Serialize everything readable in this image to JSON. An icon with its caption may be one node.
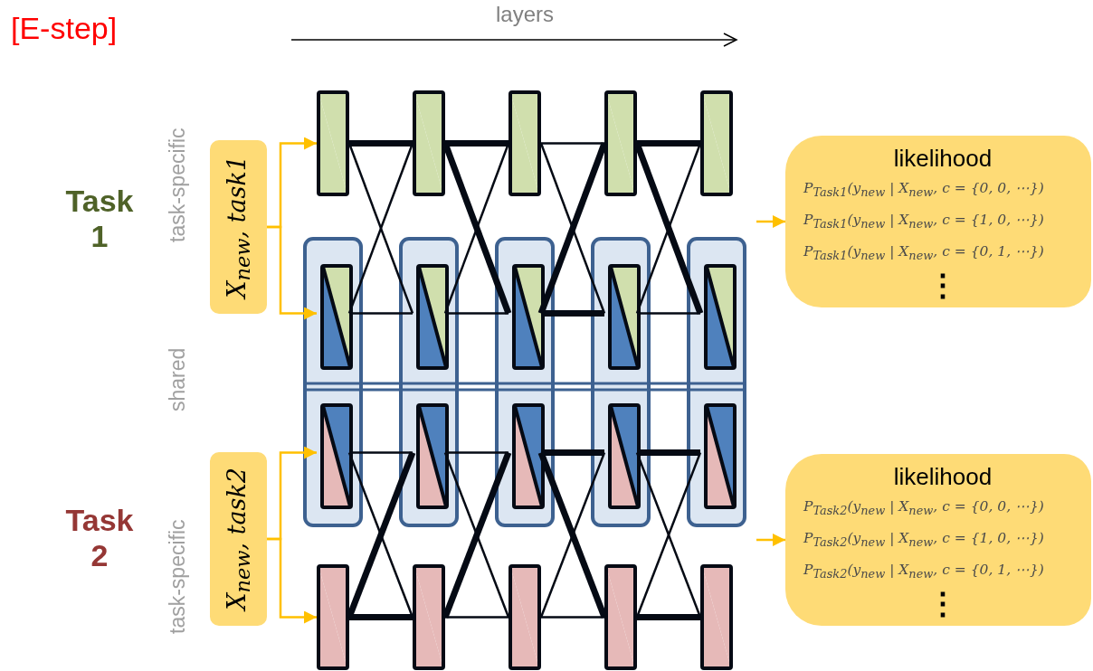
{
  "diagram": {
    "nodes": [
      {
        "text": [
          "X$_{new}$, task1"
        ]
      },
      {
        "text": [
          "X$_{new}$, task2"
        ]
      },
      {
        "text": [],
        "shape": "box"
      },
      {
        "text": [],
        "shape": "box"
      },
      {
        "text": [],
        "shape": "box"
      },
      {
        "text": [],
        "shape": "box"
      },
      {
        "text": [],
        "shape": "box"
      },
      {
        "text": [],
        "shape": "box"
      },
      {
        "text": [],
        "shape": "box"
      },
      {
        "text": [],
        "shape": "box"
      },
      {
        "text": [],
        "shape": "box"
      },
      {
        "text": [],
        "shape": "box"
      },
      {
        "text": [],
        "shape": "box",
        "in": 7
      },
      {
        "text": [],
        "shape": "box",
        "in": 8
      },
      {
        "text": [],
        "shape": "box",
        "in": 9
      },
      {
        "text": [],
        "shape": "box",
        "in": 10
      },
      {
        "text": [],
        "shape": "box",
        "in": 11
      },
      {
        "text": [],
        "shape": "box",
        "in": 7
      },
      {
        "text": [],
        "shape": "box",
        "in": 8
      },
      {
        "text": [],
        "shape": "box",
        "in": 9
      },
      {
        "text": [],
        "shape": "box",
        "in": 10
      },
      {
        "text": [],
        "shape": "box",
        "in": 11
      },
      {
        "text": [],
        "shape": "box"
      },
      {
        "text": [],
        "shape": "box"
      },
      {
        "text": [],
        "shape": "box"
      },
      {
        "text": [],
        "shape": "box"
      },
      {
        "text": [],
        "shape": "box"
      },
      {
        "text": [
          "likelihood",
          "P$_{Task1}$(y$_{new}$ | X$_{new}$, c = {0, 0, ⋯})",
          "P$_{Task1}$(y$_{new}$ | X$_{new}$, c = {1, 0, ⋯})",
          "P$_{Task1}$(y$_{new}$ | X$_{new}$, c = {0, 1, ⋯})",
          "⋮"
        ]
      },
      {
        "text": [
          "likelihood",
          "P$_{Task2}$(y$_{new}$ | X$_{new}$, c = {0, 0, ⋯})",
          "P$_{Task2}$(y$_{new}$ | X$_{new}$, c = {1, 0, ⋯})",
          "P$_{Task2}$(y$_{new}$ | X$_{new}$, c = {0, 1, ⋯})",
          "⋮"
        ]
      }
    ],
    "edges": [
      {
        "from": 0,
        "to": 2,
        "arrow": "to",
        "color": "#ffc000"
      },
      {
        "from": 0,
        "to": 12,
        "arrow": "to",
        "color": "#ffc000"
      },
      {
        "from": 1,
        "to": 17,
        "arrow": "to",
        "color": "#ffc000"
      },
      {
        "from": 1,
        "to": 22,
        "arrow": "to",
        "color": "#ffc000"
      },
      {
        "from": 2,
        "to": 3,
        "arrow": "none",
        "style": "thick"
      },
      {
        "from": 12,
        "to": 13,
        "arrow": "none"
      },
      {
        "from": 2,
        "to": 13,
        "arrow": "none"
      },
      {
        "from": 12,
        "to": 3,
        "arrow": "none"
      },
      {
        "from": 17,
        "to": 18,
        "arrow": "none"
      },
      {
        "from": 22,
        "to": 23,
        "arrow": "none",
        "style": "thick"
      },
      {
        "from": 17,
        "to": 23,
        "arrow": "none"
      },
      {
        "from": 22,
        "to": 18,
        "arrow": "none",
        "style": "thick"
      },
      {
        "from": 3,
        "to": 4,
        "arrow": "none",
        "style": "thick"
      },
      {
        "from": 13,
        "to": 14,
        "arrow": "none"
      },
      {
        "from": 3,
        "to": 14,
        "arrow": "none",
        "style": "thick"
      },
      {
        "from": 13,
        "to": 4,
        "arrow": "none"
      },
      {
        "from": 18,
        "to": 19,
        "arrow": "none"
      },
      {
        "from": 23,
        "to": 24,
        "arrow": "none"
      },
      {
        "from": 18,
        "to": 24,
        "arrow": "none"
      },
      {
        "from": 23,
        "to": 19,
        "arrow": "none",
        "style": "thick"
      },
      {
        "from": 4,
        "to": 5,
        "arrow": "none"
      },
      {
        "from": 14,
        "to": 15,
        "arrow": "none",
        "style": "thick"
      },
      {
        "from": 4,
        "to": 15,
        "arrow": "none"
      },
      {
        "from": 14,
        "to": 5,
        "arrow": "none",
        "style": "thick"
      },
      {
        "from": 19,
        "to": 20,
        "arrow": "none",
        "style": "thick"
      },
      {
        "from": 24,
        "to": 25,
        "arrow": "none"
      },
      {
        "from": 19,
        "to": 25,
        "arrow": "none",
        "style": "thick"
      },
      {
        "from": 24,
        "to": 20,
        "arrow": "none"
      },
      {
        "from": 5,
        "to": 6,
        "arrow": "none",
        "style": "thick"
      },
      {
        "from": 15,
        "to": 16,
        "arrow": "none"
      },
      {
        "from": 5,
        "to": 16,
        "arrow": "none",
        "style": "thick"
      },
      {
        "from": 15,
        "to": 6,
        "arrow": "none"
      },
      {
        "from": 20,
        "to": 21,
        "arrow": "none",
        "style": "thick"
      },
      {
        "from": 25,
        "to": 26,
        "arrow": "none",
        "style": "thick"
      },
      {
        "from": 20,
        "to": 26,
        "arrow": "none"
      },
      {
        "from": 25,
        "to": 21,
        "arrow": "none"
      },
      {
        "from": null,
        "to": 27,
        "arrow": "to",
        "color": "#ffc000"
      },
      {
        "from": null,
        "to": 28,
        "arrow": "to",
        "color": "#ffc000"
      }
    ],
    "labels": [
      "[E-step]",
      "layers",
      "Task 1",
      "task-specific",
      "shared",
      "Task 2",
      "task-specific"
    ]
  }
}
